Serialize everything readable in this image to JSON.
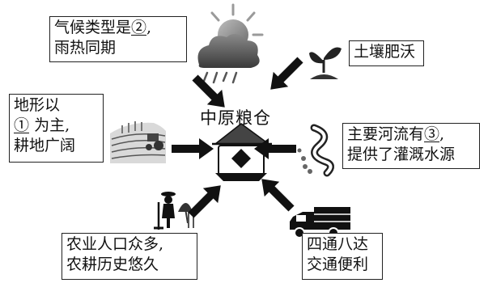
{
  "center": {
    "label": "中原粮仓"
  },
  "climate": {
    "prefix": "气候类型是",
    "blank": "②",
    "suffix": ",",
    "line2": "雨热同期"
  },
  "soil": {
    "text": "土壤肥沃"
  },
  "terrain": {
    "line1": "地形以",
    "blank": "①",
    "line2_suffix": "为主,",
    "line3": "耕地广阔"
  },
  "river": {
    "prefix": "主要河流有",
    "blank": "③",
    "suffix": ",",
    "line2": "提供了灌溉水源"
  },
  "population": {
    "line1": "农业人口众多,",
    "line2": "农耕历史悠久"
  },
  "transport": {
    "line1": "四通八达",
    "line2": "交通便利"
  },
  "icons": [
    "weather-icon",
    "seedling-icon",
    "farmland-icon",
    "river-icon",
    "farmer-icon",
    "truck-icon",
    "granary-icon"
  ]
}
